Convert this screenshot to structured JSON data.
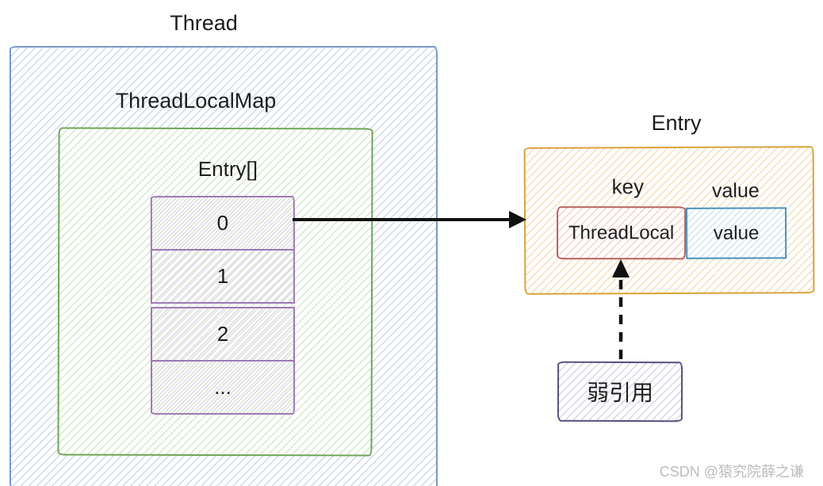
{
  "diagram": {
    "thread": {
      "title": "Thread"
    },
    "thread_local_map": {
      "title": "ThreadLocalMap"
    },
    "entry_array": {
      "title": "Entry[]",
      "cells": [
        "0",
        "1",
        "2",
        "..."
      ]
    },
    "entry": {
      "title": "Entry",
      "key_label": "key",
      "value_label": "value",
      "key_text": "ThreadLocal",
      "value_text": "value"
    },
    "weak_reference": {
      "label": "弱引用"
    },
    "watermark": "CSDN @猿究院薛之谦"
  },
  "colors": {
    "thread_border": "#7b97c8",
    "map_border": "#70a556",
    "cell_border": "#9e79b5",
    "entry_border": "#d9a23a",
    "key_border": "#b8605c",
    "value_border": "#4d92b8",
    "weak_ref_border": "#55517a",
    "arrow": "#111111",
    "watermark_text": "#bcbcbc"
  }
}
